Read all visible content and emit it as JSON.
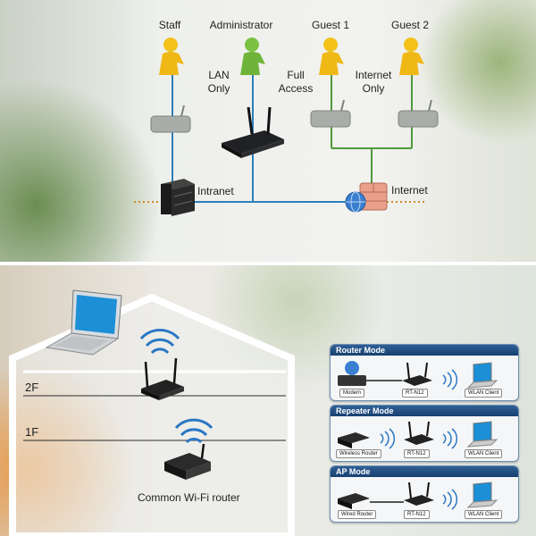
{
  "top": {
    "users": [
      "Staff",
      "Administrator",
      "Guest 1",
      "Guest 2"
    ],
    "access": {
      "lan_only": "LAN\nOnly",
      "full_access": "Full\nAccess",
      "internet_only": "Internet\nOnly"
    },
    "intranet": "Intranet",
    "internet": "Internet",
    "colors": {
      "staff": "#f2c21b",
      "administrator": "#7cc242",
      "guest": "#f2c21b",
      "line_lan": "#2b7fb8",
      "line_guest": "#4f9a3a"
    }
  },
  "bottom": {
    "floor_2": "2F",
    "floor_1": "1F",
    "common_router": "Common Wi-Fi router",
    "modes": [
      {
        "title": "Router Mode",
        "left": "Modem",
        "middle": "RT-N12",
        "right": "WLAN Client"
      },
      {
        "title": "Repeater Mode",
        "left": "Wireless Router",
        "middle": "RT-N12",
        "right": "WLAN Client"
      },
      {
        "title": "AP Mode",
        "left": "Wired Router",
        "middle": "RT-N12",
        "right": "WLAN Client"
      }
    ]
  }
}
